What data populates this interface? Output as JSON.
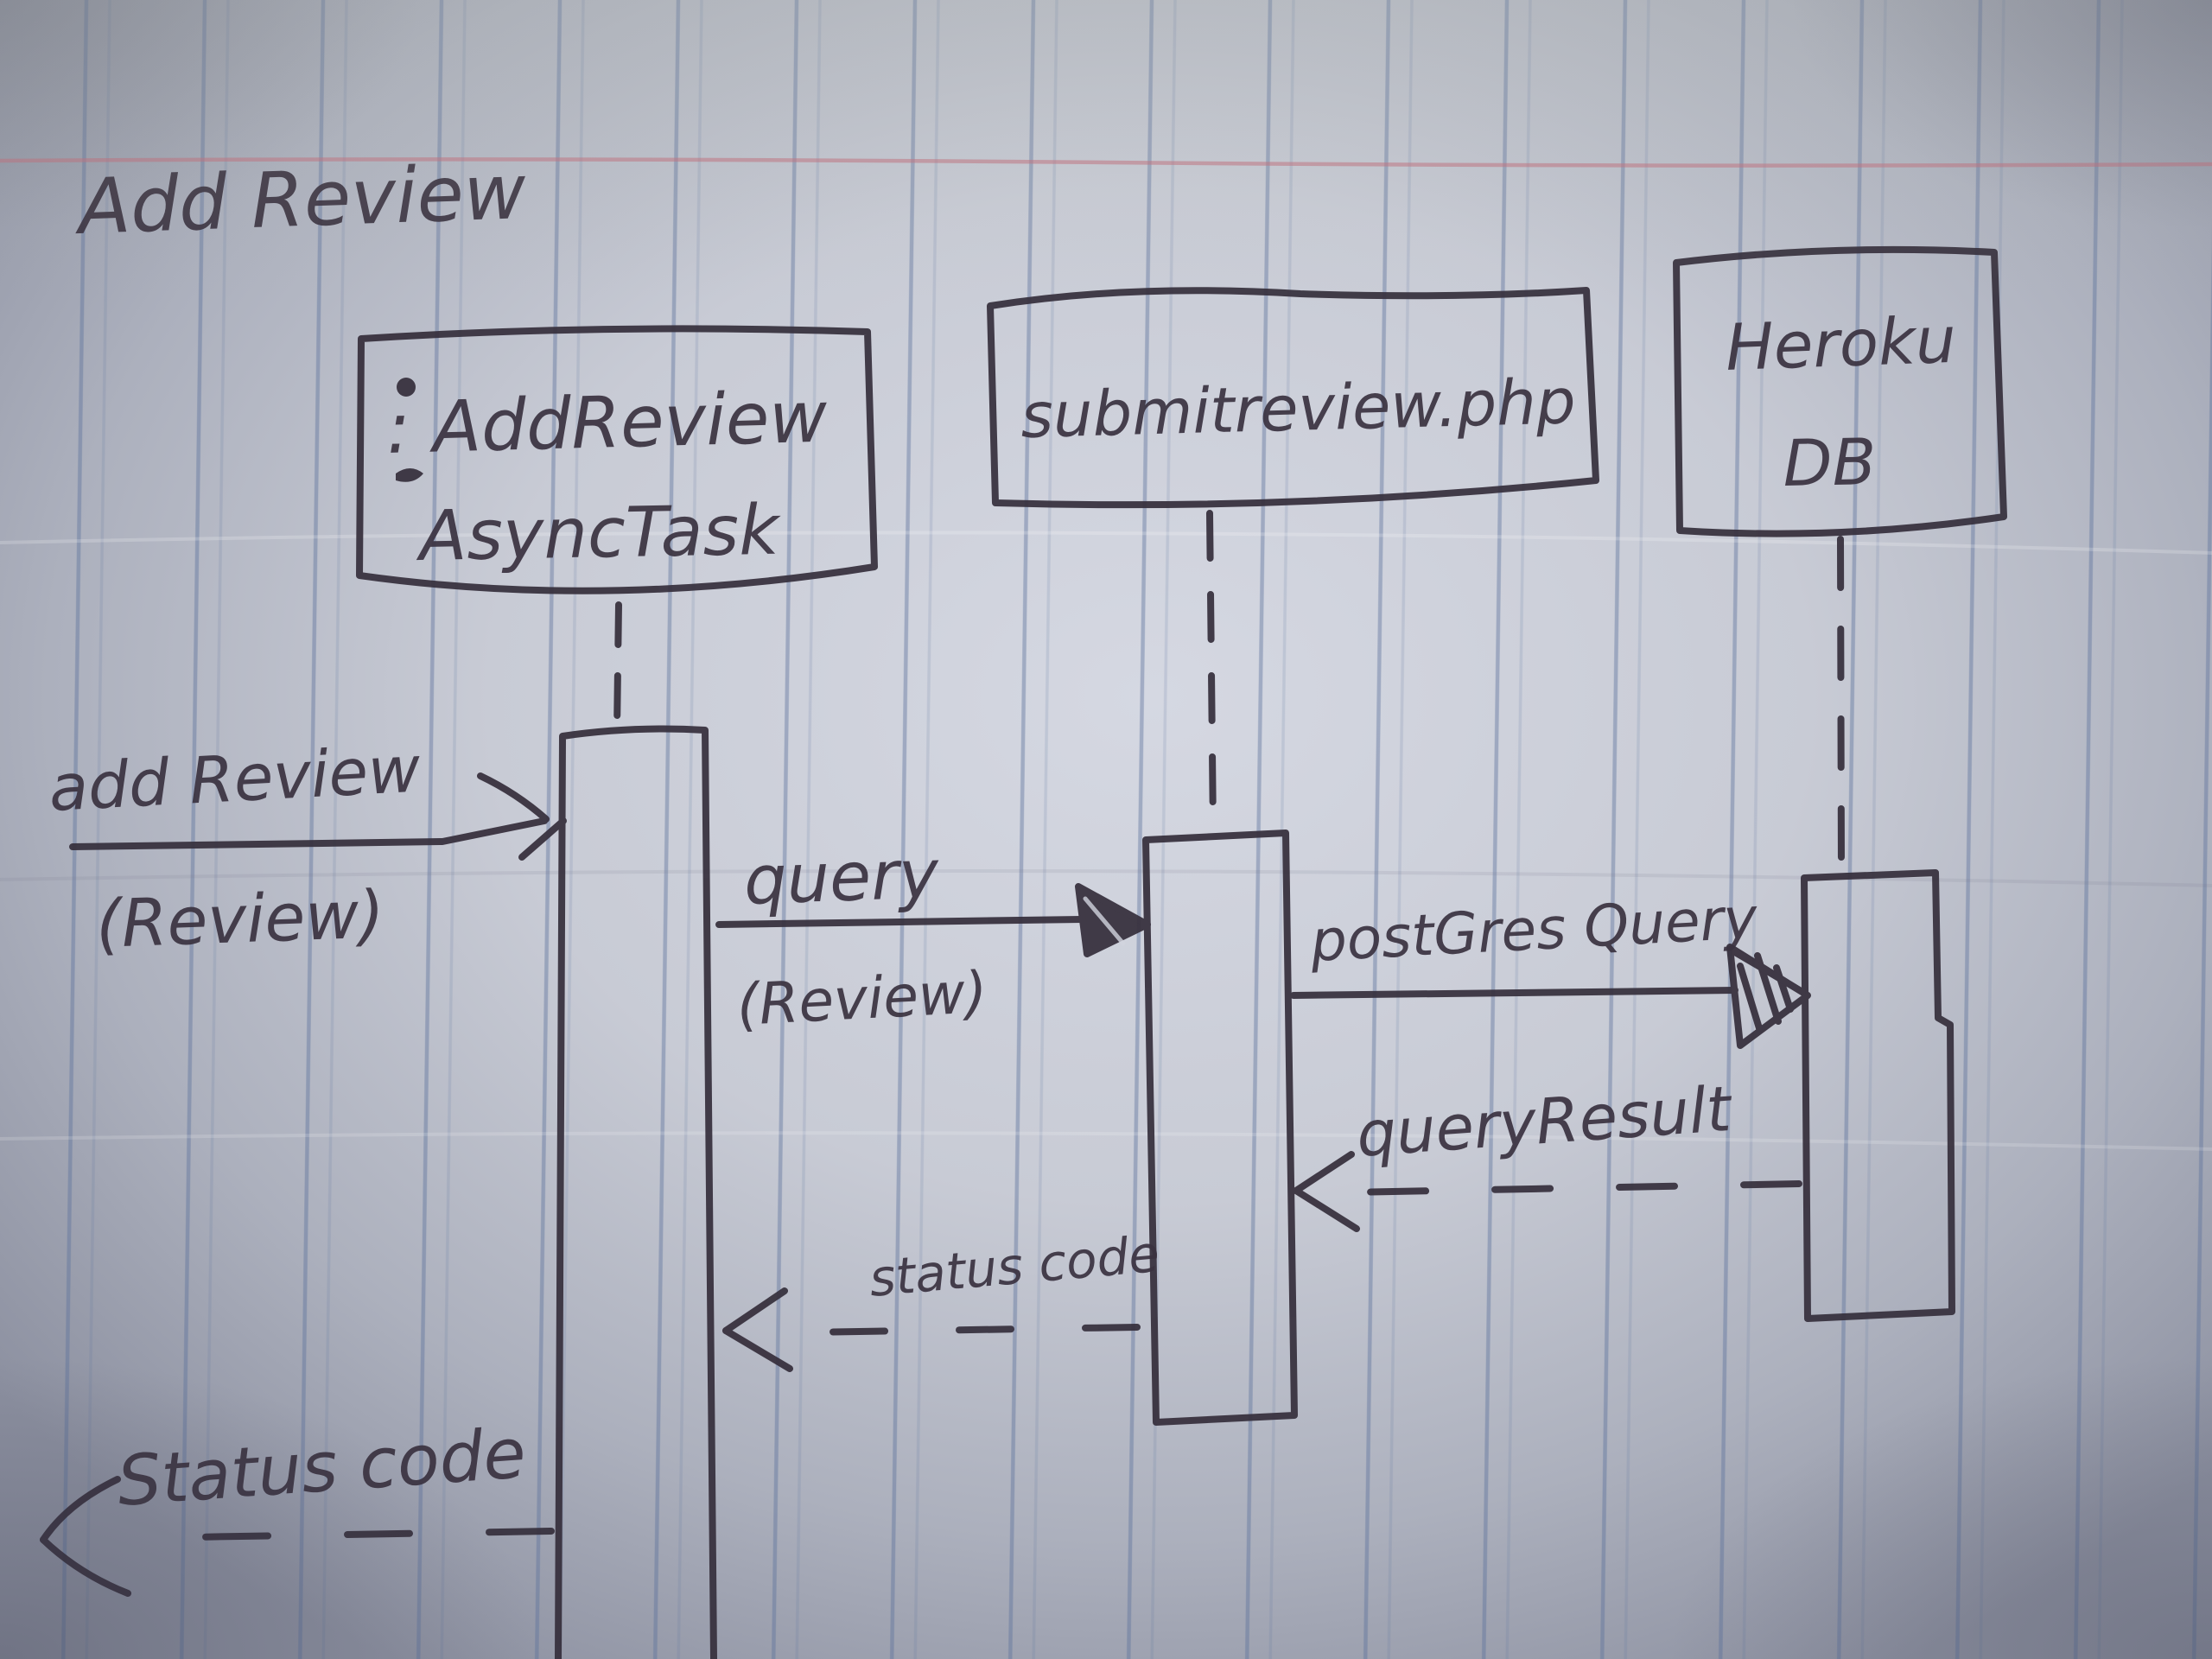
{
  "diagram": {
    "title": "Add Review",
    "participants": {
      "asynctask": {
        "line1": ": AddReview",
        "line2": "AsyncTask"
      },
      "php": {
        "label": "submitreview.php"
      },
      "db": {
        "line1": "Heroku",
        "line2": "DB"
      }
    },
    "messages": {
      "add_review": {
        "label": "add Review",
        "sublabel": "(Review)",
        "kind": "solid-call-arrow"
      },
      "query": {
        "label": "query",
        "sublabel": "(Review)",
        "kind": "solid-call-arrow"
      },
      "postgres_query": {
        "label": "postGres Query",
        "kind": "solid-call-arrow"
      },
      "query_result": {
        "label": "queryResult",
        "kind": "dashed-return-arrow"
      },
      "status_code": {
        "label": "status code",
        "kind": "dashed-return-arrow"
      },
      "status_code_out": {
        "label": "Status code",
        "kind": "dashed-return-arrow"
      }
    },
    "colors": {
      "ink": "#362f3c",
      "paper": "#c8cbd5",
      "ruling_blue": "#6f83a8",
      "margin_red": "#c0707e"
    }
  }
}
